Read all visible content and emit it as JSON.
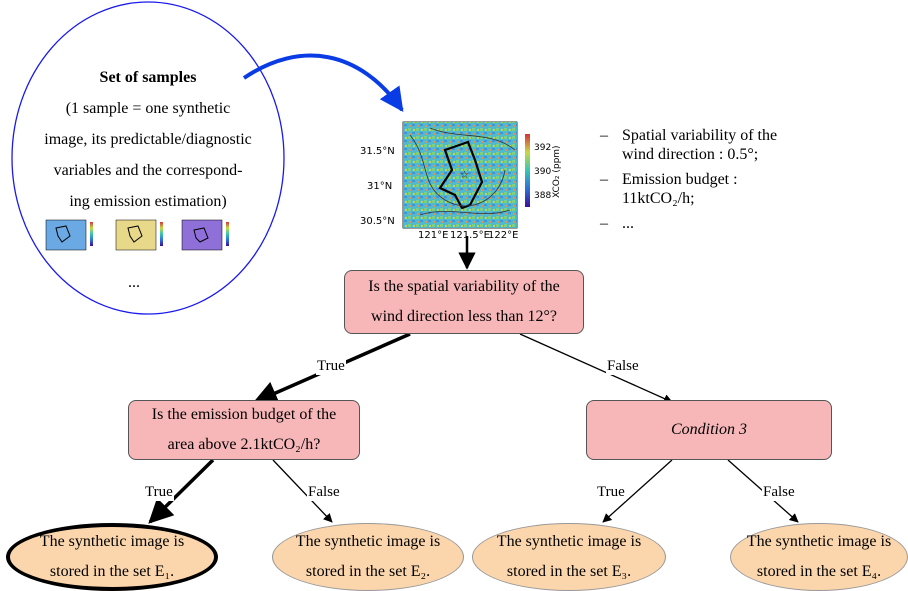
{
  "samples": {
    "title": "Set of samples",
    "description_lines": [
      "(1 sample = one synthetic",
      "image, its predictable/diagnostic",
      "variables and the correspond-",
      "ing emission estimation)"
    ],
    "ellipsis": "..."
  },
  "map": {
    "yticks": [
      "31.5°N",
      "31°N",
      "30.5°N"
    ],
    "xticks": [
      "121°E",
      "121.5°E",
      "122°E"
    ],
    "colorbar_ticks": [
      "392",
      "390",
      "388"
    ],
    "colorbar_label": "XCO₂ (ppm)"
  },
  "features": [
    [
      "Spatial variability of the",
      "wind direction : 0.5°;"
    ],
    [
      "Emission budget :",
      "11ktCO₂/h;"
    ],
    [
      "..."
    ]
  ],
  "nodes": {
    "root": [
      "Is the spatial variability of the",
      "wind direction less than 12°?"
    ],
    "left": [
      "Is the emission budget of the",
      "area above 2.1ktCO₂/h?"
    ],
    "right": "Condition 3"
  },
  "edge_labels": {
    "true": "True",
    "false": "False"
  },
  "leaves": [
    [
      "The synthetic image is",
      "stored in the set E₁."
    ],
    [
      "The synthetic image is",
      "stored in the set E₂."
    ],
    [
      "The synthetic image is",
      "stored in the set E₃."
    ],
    [
      "The synthetic image is",
      "stored in the set E₄."
    ]
  ],
  "colors": {
    "decision_box": "#f7b7b9",
    "leaf": "#fbd6ad",
    "ellipse_border": "#1a1aee",
    "arrow_blue": "#0a3ce6"
  }
}
